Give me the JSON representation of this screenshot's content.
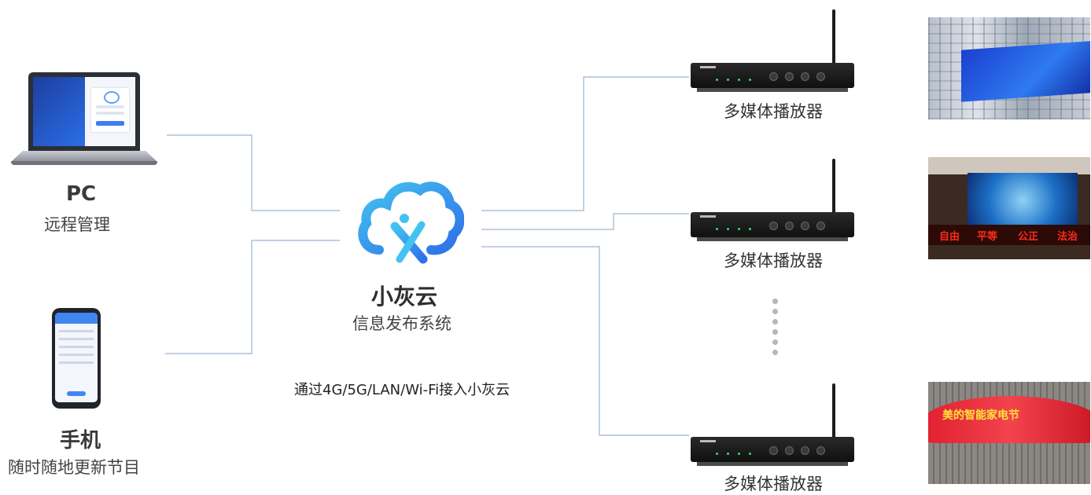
{
  "pc": {
    "title": "PC",
    "subtitle": "远程管理"
  },
  "phone": {
    "title": "手机",
    "subtitle": "随时随地更新节目"
  },
  "cloud": {
    "name": "小灰云",
    "subtitle": "信息发布系统"
  },
  "access_note": "通过4G/5G/LAN/Wi-Fi接入小灰云",
  "players": [
    {
      "label": "多媒体播放器"
    },
    {
      "label": "多媒体播放器"
    },
    {
      "label": "多媒体播放器"
    }
  ],
  "billboard_text": [
    "自由",
    "平等",
    "公正",
    "法治"
  ],
  "banner_text": "美的智能家电节",
  "colors": {
    "line": "#9db4cf",
    "cloud_blue": "#2f8bf0",
    "cloud_cyan": "#43c3f0",
    "red_sign": "#ff2a1c"
  },
  "icons": [
    "laptop-icon",
    "smartphone-icon",
    "cloud-logo-icon",
    "media-player-device",
    "led-screen-photo"
  ]
}
